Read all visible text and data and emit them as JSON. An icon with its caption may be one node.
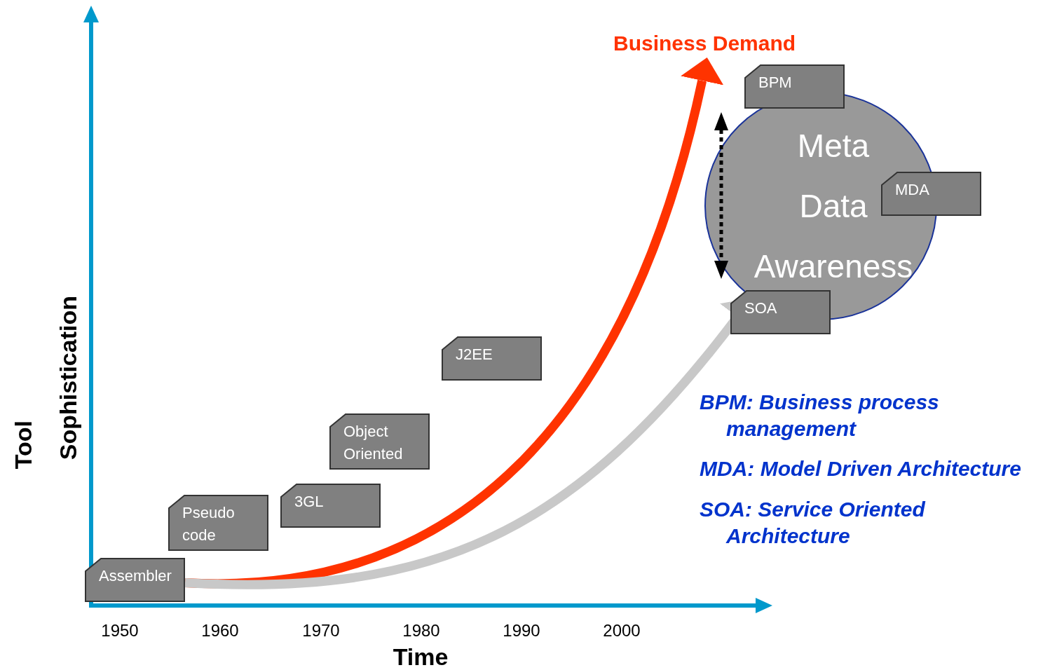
{
  "diagram": {
    "nodes": [
      {
        "text": [
          "Business Demand"
        ]
      },
      {
        "text": [
          "BPM"
        ]
      },
      {
        "text": [
          "Meta Data Awareness"
        ]
      },
      {
        "text": [
          "MDA"
        ]
      },
      {
        "text": [
          "SOA"
        ]
      },
      {
        "text": [
          "J2EE"
        ]
      },
      {
        "text": [
          "Object Oriented"
        ]
      },
      {
        "text": [
          "3GL"
        ]
      },
      {
        "text": [
          "Pseudo code"
        ]
      },
      {
        "text": [
          "Assembler"
        ]
      }
    ],
    "edges": [
      {
        "from": 9,
        "to": 0,
        "arrow": "to",
        "color": "#ff3300"
      },
      {
        "from": 9,
        "to": 2,
        "arrow": "to",
        "color": "#c8c8c8"
      }
    ],
    "labels": [
      "Tool",
      "Sophistication",
      "BPM: Business process management",
      "MDA: Model Driven Architecture",
      "SOA: Service Oriented Architecture",
      "1950",
      "1960",
      "1970",
      "1980",
      "1990",
      "2000",
      "Time"
    ]
  }
}
